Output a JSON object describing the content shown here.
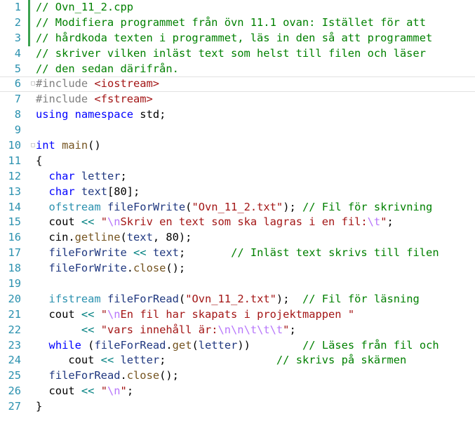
{
  "editor": {
    "lines": [
      {
        "num": "1",
        "marker": "changed",
        "fold": "",
        "tokens": [
          [
            "cmt",
            "// Ovn_11_2.cpp"
          ]
        ]
      },
      {
        "num": "2",
        "marker": "changed",
        "fold": "",
        "tokens": [
          [
            "cmt",
            "// Modifiera programmet från övn 11.1 ovan: Istället för att"
          ]
        ]
      },
      {
        "num": "3",
        "marker": "changed",
        "fold": "",
        "tokens": [
          [
            "cmt",
            "// hårdkoda texten i programmet, läs in den så att programmet"
          ]
        ]
      },
      {
        "num": "4",
        "marker": "",
        "fold": "",
        "tokens": [
          [
            "cmt",
            "// skriver vilken inläst text som helst till filen och läser"
          ]
        ]
      },
      {
        "num": "5",
        "marker": "",
        "fold": "",
        "tokens": [
          [
            "cmt",
            "// den sedan därifrån."
          ]
        ]
      },
      {
        "num": "6",
        "marker": "",
        "fold": "□",
        "current": true,
        "tokens": [
          [
            "pp",
            "#include "
          ],
          [
            "inc",
            "<iostream>"
          ]
        ]
      },
      {
        "num": "7",
        "marker": "",
        "fold": "",
        "tokens": [
          [
            "pp",
            "#include "
          ],
          [
            "inc",
            "<fstream>"
          ]
        ]
      },
      {
        "num": "8",
        "marker": "",
        "fold": "",
        "tokens": [
          [
            "kw",
            "using"
          ],
          [
            "txt",
            " "
          ],
          [
            "kw",
            "namespace"
          ],
          [
            "txt",
            " std;"
          ]
        ]
      },
      {
        "num": "9",
        "marker": "",
        "fold": "",
        "tokens": []
      },
      {
        "num": "10",
        "marker": "",
        "fold": "□",
        "tokens": [
          [
            "kw",
            "int"
          ],
          [
            "txt",
            " "
          ],
          [
            "fn",
            "main"
          ],
          [
            "txt",
            "()"
          ]
        ]
      },
      {
        "num": "11",
        "marker": "",
        "fold": "",
        "tokens": [
          [
            "txt",
            "{"
          ]
        ]
      },
      {
        "num": "12",
        "marker": "",
        "fold": "",
        "tokens": [
          [
            "txt",
            "  "
          ],
          [
            "kw",
            "char"
          ],
          [
            "txt",
            " "
          ],
          [
            "var",
            "letter"
          ],
          [
            "txt",
            ";"
          ]
        ]
      },
      {
        "num": "13",
        "marker": "",
        "fold": "",
        "tokens": [
          [
            "txt",
            "  "
          ],
          [
            "kw",
            "char"
          ],
          [
            "txt",
            " "
          ],
          [
            "var",
            "text"
          ],
          [
            "txt",
            "[80];"
          ]
        ]
      },
      {
        "num": "14",
        "marker": "",
        "fold": "",
        "tokens": [
          [
            "txt",
            "  "
          ],
          [
            "type",
            "ofstream"
          ],
          [
            "txt",
            " "
          ],
          [
            "var",
            "fileForWrite"
          ],
          [
            "txt",
            "("
          ],
          [
            "str",
            "\"Ovn_11_2.txt\""
          ],
          [
            "txt",
            "); "
          ],
          [
            "cmt",
            "// Fil för skrivning"
          ]
        ]
      },
      {
        "num": "15",
        "marker": "",
        "fold": "",
        "tokens": [
          [
            "txt",
            "  cout "
          ],
          [
            "op",
            "<<"
          ],
          [
            "txt",
            " "
          ],
          [
            "str",
            "\""
          ],
          [
            "esc",
            "\\n"
          ],
          [
            "str",
            "Skriv en text som ska lagras i en fil:"
          ],
          [
            "esc",
            "\\t"
          ],
          [
            "str",
            "\""
          ],
          [
            "txt",
            ";"
          ]
        ]
      },
      {
        "num": "16",
        "marker": "",
        "fold": "",
        "tokens": [
          [
            "txt",
            "  cin."
          ],
          [
            "fn",
            "getline"
          ],
          [
            "txt",
            "("
          ],
          [
            "var",
            "text"
          ],
          [
            "txt",
            ", 80);"
          ]
        ]
      },
      {
        "num": "17",
        "marker": "",
        "fold": "",
        "tokens": [
          [
            "txt",
            "  "
          ],
          [
            "var",
            "fileForWrite"
          ],
          [
            "txt",
            " "
          ],
          [
            "op",
            "<<"
          ],
          [
            "txt",
            " "
          ],
          [
            "var",
            "text"
          ],
          [
            "txt",
            ";       "
          ],
          [
            "cmt",
            "// Inläst text skrivs till filen"
          ]
        ]
      },
      {
        "num": "18",
        "marker": "",
        "fold": "",
        "tokens": [
          [
            "txt",
            "  "
          ],
          [
            "var",
            "fileForWrite"
          ],
          [
            "txt",
            "."
          ],
          [
            "fn",
            "close"
          ],
          [
            "txt",
            "();"
          ]
        ]
      },
      {
        "num": "19",
        "marker": "",
        "fold": "",
        "tokens": []
      },
      {
        "num": "20",
        "marker": "",
        "fold": "",
        "tokens": [
          [
            "txt",
            "  "
          ],
          [
            "type",
            "ifstream"
          ],
          [
            "txt",
            " "
          ],
          [
            "var",
            "fileForRead"
          ],
          [
            "txt",
            "("
          ],
          [
            "str",
            "\"Ovn_11_2.txt\""
          ],
          [
            "txt",
            ");  "
          ],
          [
            "cmt",
            "// Fil för läsning"
          ]
        ]
      },
      {
        "num": "21",
        "marker": "",
        "fold": "",
        "tokens": [
          [
            "txt",
            "  cout "
          ],
          [
            "op",
            "<<"
          ],
          [
            "txt",
            " "
          ],
          [
            "str",
            "\""
          ],
          [
            "esc",
            "\\n"
          ],
          [
            "str",
            "En fil har skapats i projektmappen \""
          ]
        ]
      },
      {
        "num": "22",
        "marker": "",
        "fold": "",
        "tokens": [
          [
            "txt",
            "       "
          ],
          [
            "op",
            "<<"
          ],
          [
            "txt",
            " "
          ],
          [
            "str",
            "\"vars innehåll är:"
          ],
          [
            "esc",
            "\\n\\n\\t\\t\\t"
          ],
          [
            "str",
            "\""
          ],
          [
            "txt",
            ";"
          ]
        ]
      },
      {
        "num": "23",
        "marker": "",
        "fold": "",
        "tokens": [
          [
            "txt",
            "  "
          ],
          [
            "kw",
            "while"
          ],
          [
            "txt",
            " ("
          ],
          [
            "var",
            "fileForRead"
          ],
          [
            "txt",
            "."
          ],
          [
            "fn",
            "get"
          ],
          [
            "txt",
            "("
          ],
          [
            "var",
            "letter"
          ],
          [
            "txt",
            "))        "
          ],
          [
            "cmt",
            "// Läses från fil och"
          ]
        ]
      },
      {
        "num": "24",
        "marker": "",
        "fold": "",
        "tokens": [
          [
            "txt",
            "     cout "
          ],
          [
            "op",
            "<<"
          ],
          [
            "txt",
            " "
          ],
          [
            "var",
            "letter"
          ],
          [
            "txt",
            ";                 "
          ],
          [
            "cmt",
            "// skrivs på skärmen"
          ]
        ]
      },
      {
        "num": "25",
        "marker": "",
        "fold": "",
        "tokens": [
          [
            "txt",
            "  "
          ],
          [
            "var",
            "fileForRead"
          ],
          [
            "txt",
            "."
          ],
          [
            "fn",
            "close"
          ],
          [
            "txt",
            "();"
          ]
        ]
      },
      {
        "num": "26",
        "marker": "",
        "fold": "",
        "tokens": [
          [
            "txt",
            "  cout "
          ],
          [
            "op",
            "<<"
          ],
          [
            "txt",
            " "
          ],
          [
            "str",
            "\""
          ],
          [
            "esc",
            "\\n"
          ],
          [
            "str",
            "\""
          ],
          [
            "txt",
            ";"
          ]
        ]
      },
      {
        "num": "27",
        "marker": "",
        "fold": "",
        "tokens": [
          [
            "txt",
            "}"
          ]
        ]
      }
    ]
  }
}
